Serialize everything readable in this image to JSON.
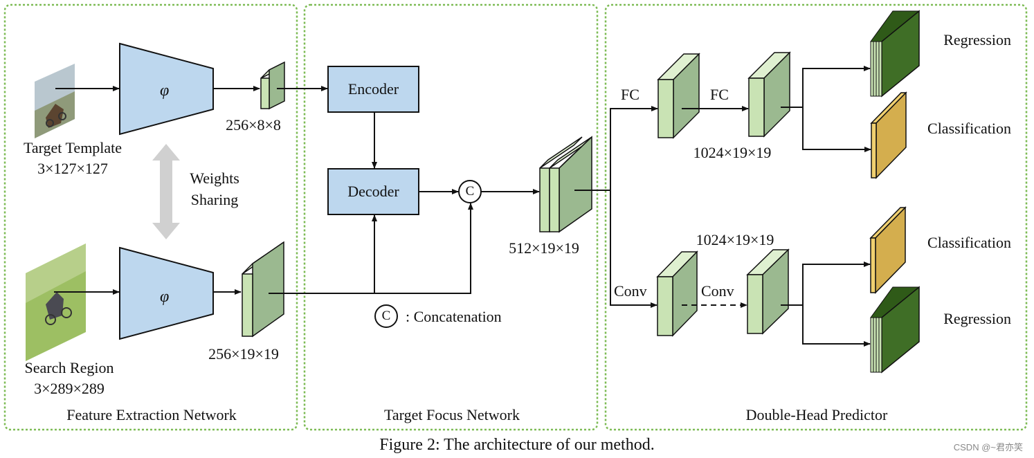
{
  "panels": {
    "feature_extraction": "Feature Extraction Network",
    "target_focus": "Target Focus Network",
    "double_head": "Double-Head Predictor"
  },
  "inputs": {
    "template_name": "Target Template",
    "template_dims": "3×127×127",
    "search_name": "Search Region",
    "search_dims": "3×289×289"
  },
  "backbone_symbol": "φ",
  "weights_sharing": [
    "Weights",
    "Sharing"
  ],
  "features": {
    "template": "256×8×8",
    "search": "256×19×19",
    "concat": "512×19×19",
    "fc_branch": "1024×19×19",
    "conv_branch": "1024×19×19"
  },
  "modules": {
    "encoder": "Encoder",
    "decoder": "Decoder"
  },
  "concat_symbol": "C",
  "concat_legend": ": Concatenation",
  "ops": {
    "fc1": "FC",
    "fc2": "FC",
    "conv1": "Conv",
    "conv2": "Conv"
  },
  "outputs": {
    "top_regression": "Regression",
    "top_classification": "Classification",
    "bottom_classification": "Classification",
    "bottom_regression": "Regression"
  },
  "caption": "Figure 2: The architecture of our method.",
  "watermark": "CSDN @~君亦笑",
  "colors": {
    "panel_border": "#7dbb54",
    "module_fill": "#bdd7ee",
    "feature_front": "#c9e3b4",
    "feature_side": "#9bb990",
    "regression_fill": "#3f6e26",
    "classification_fill": "#d4ae4e",
    "arrow_gray": "#d0d0d0"
  }
}
